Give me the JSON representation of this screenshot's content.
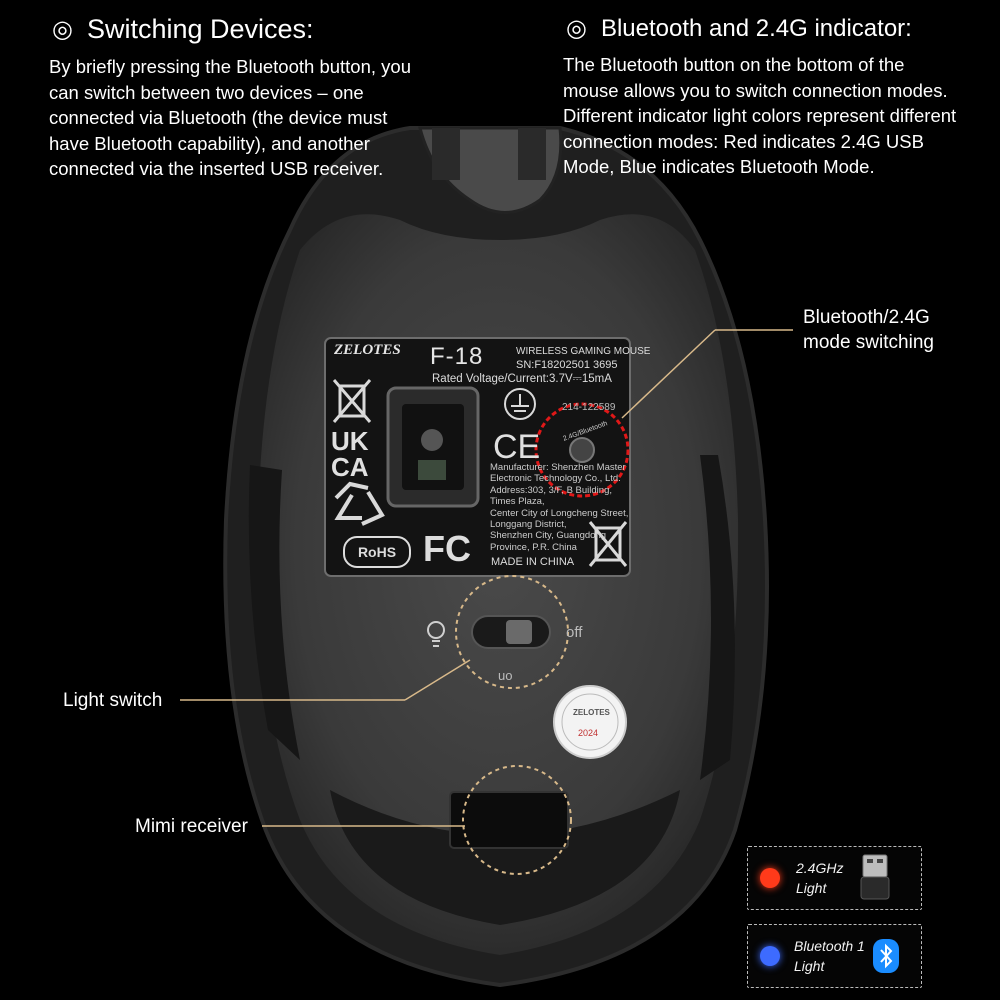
{
  "switching": {
    "heading": "Switching Devices:",
    "text": "By briefly pressing the Bluetooth button, you\ncan switch between two devices – one\nconnected via Bluetooth (the device must\nhave Bluetooth capability), and another\nconnected via the inserted USB receiver."
  },
  "indicator": {
    "heading": "Bluetooth and 2.4G indicator:",
    "text": "The Bluetooth button on the bottom of the\nmouse allows you to switch connection modes.\nDifferent indicator light colors represent different\nconnection modes:  Red indicates 2.4G USB\nMode,  Blue indicates Bluetooth Mode."
  },
  "callouts": {
    "mode_switch": "Bluetooth/2.4G\nmode switching",
    "light_switch": "Light switch",
    "receiver": "Mimi receiver"
  },
  "label": {
    "brand": "ZELOTES",
    "model": "F-18",
    "product": "WIRELESS GAMING MOUSE",
    "sn": "SN:F18202501 3695",
    "rated": "Rated Voltage/Current:3.7V⎓15mA",
    "code": "214-122589",
    "ukca1": "UK",
    "ukca2": "CA",
    "ce": "CE",
    "rohs": "RoHS",
    "fc": "FC",
    "manu1": "Manufacturer: Shenzhen Master",
    "manu2": "Electronic Technology Co., Ltd.",
    "manu3": "Address:303, 3/F, B Building,",
    "manu4": "Times Plaza,",
    "manu5": "Center City of Longcheng Street,",
    "manu6": "Longgang District,",
    "manu7": "Shenzhen City, Guangdong",
    "manu8": "Province, P.R. China",
    "made": "MADE IN CHINA",
    "button_text": "2.4G/Bluetooth"
  },
  "switch": {
    "on": "on",
    "off": "off"
  },
  "sticker": {
    "brand": "ZELOTES",
    "year": "2024"
  },
  "legend": {
    "red_label": "2.4GHz\nLight",
    "blue_label": "Bluetooth 1\nLight"
  },
  "colors": {
    "red_light": "#ff3a1a",
    "blue_light": "#3d6bff",
    "bluetooth_badge": "#1a8cff",
    "callout_line": "#d8b98a",
    "highlight_ring": "#e01818"
  }
}
